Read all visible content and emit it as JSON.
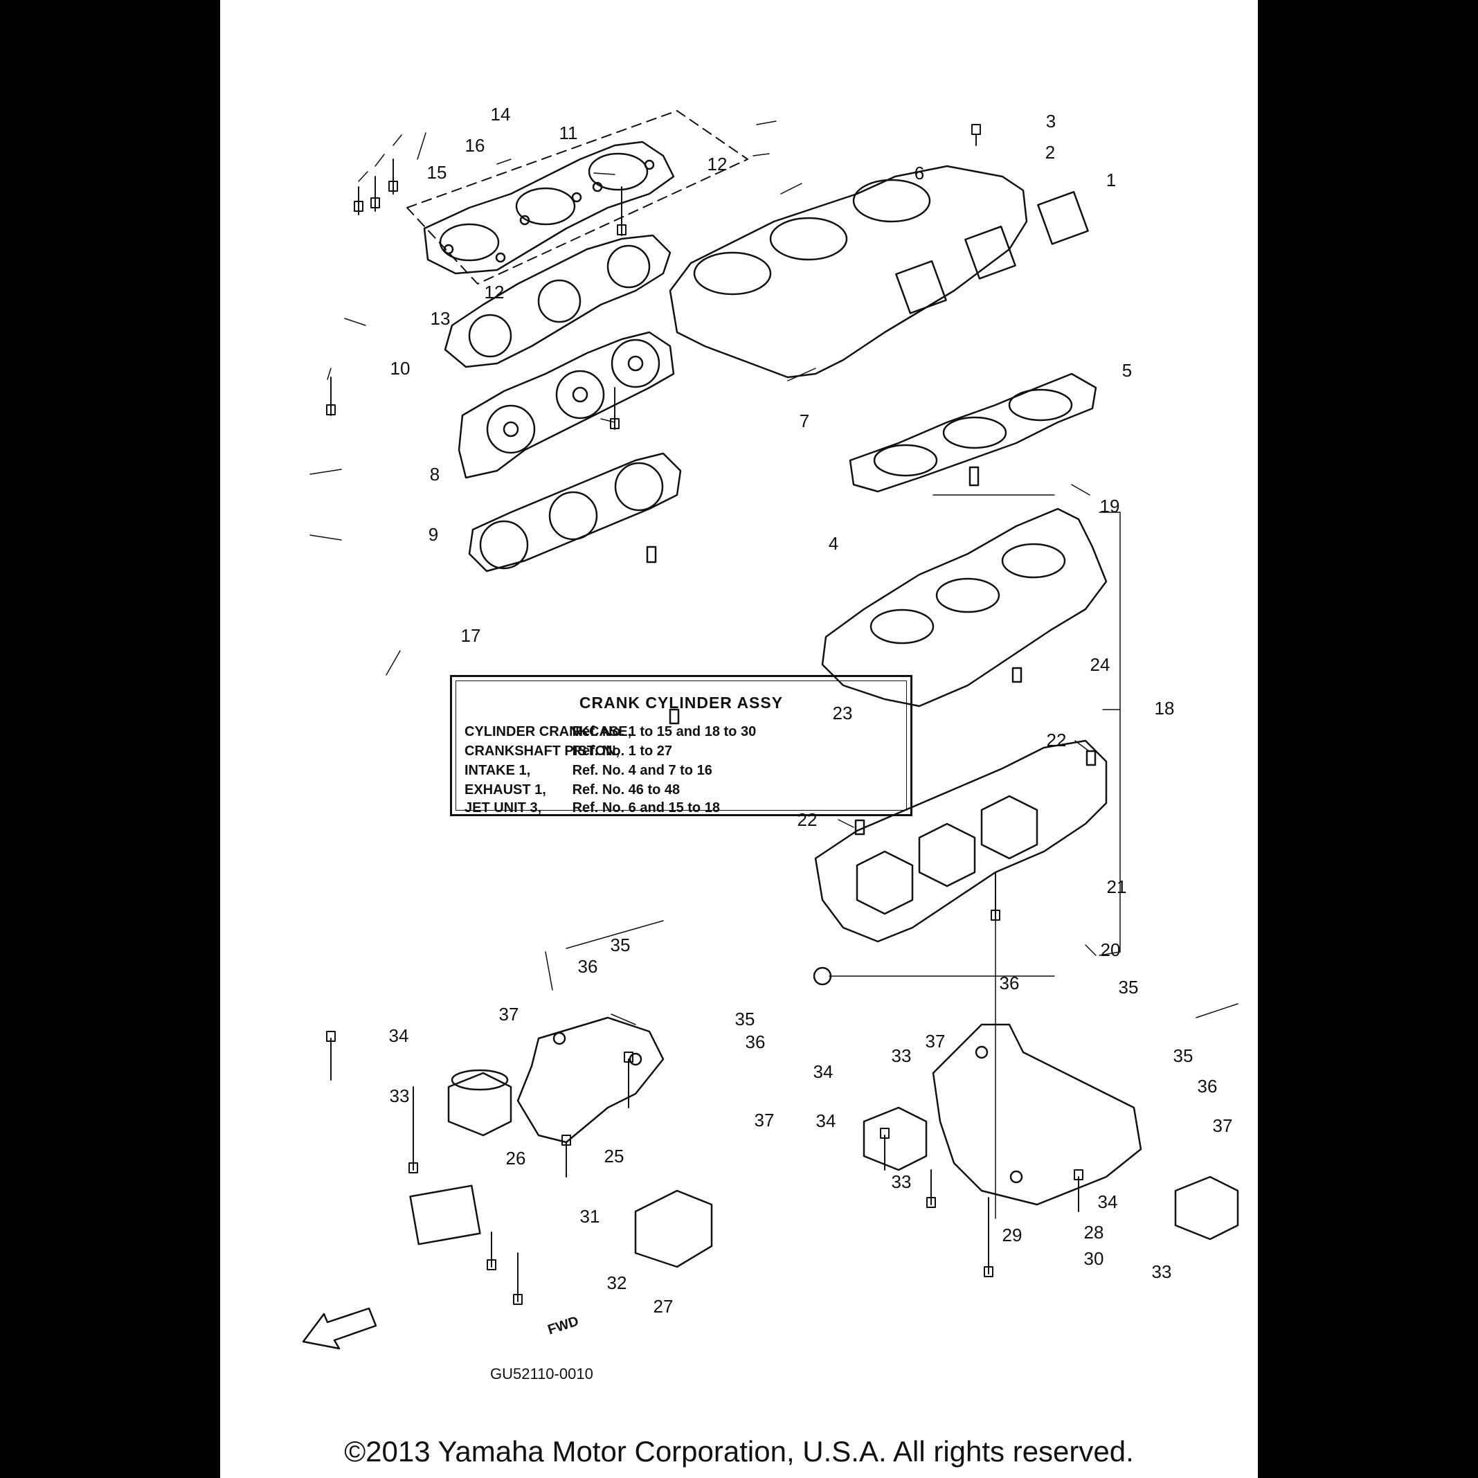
{
  "assembly_box": {
    "title": "CRANK CYLINDER ASSY",
    "rows": [
      {
        "name": "CYLINDER CRANKCASE,",
        "ref": "Ref. No. 1 to 15 and 18 to 30"
      },
      {
        "name": "CRANKSHAFT PISTON,",
        "ref": "Ref. No. 1 to 27"
      },
      {
        "name": "INTAKE 1,",
        "ref": "Ref. No. 4 and 7 to 16"
      },
      {
        "name": "EXHAUST 1,",
        "ref": "Ref. No. 46 to 48"
      },
      {
        "name": "JET UNIT 3,",
        "ref": "Ref. No. 6 and 15 to 18"
      }
    ]
  },
  "figure_code": "GU52110-0010",
  "fwd_label": "FWD",
  "copyright": "©2013 Yamaha Motor Corporation, U.S.A. All rights reserved.",
  "callouts": {
    "c1": "1",
    "c2": "2",
    "c3": "3",
    "c4": "4",
    "c5": "5",
    "c6": "6",
    "c7": "7",
    "c8": "8",
    "c9": "9",
    "c10": "10",
    "c11": "11",
    "c12a": "12",
    "c12b": "12",
    "c13": "13",
    "c14": "14",
    "c15": "15",
    "c16": "16",
    "c17": "17",
    "c18": "18",
    "c19": "19",
    "c20": "20",
    "c21": "21",
    "c22a": "22",
    "c22b": "22",
    "c23": "23",
    "c24": "24",
    "c25": "25",
    "c26": "26",
    "c27": "27",
    "c28": "28",
    "c29": "29",
    "c30": "30",
    "c31": "31",
    "c32": "32",
    "c33a": "33",
    "c33b": "33",
    "c33c": "33",
    "c33d": "33",
    "c34a": "34",
    "c34b": "34",
    "c34c": "34",
    "c34d": "34",
    "c35a": "35",
    "c35b": "35",
    "c35c": "35",
    "c35d": "35",
    "c36a": "36",
    "c36b": "36",
    "c36c": "36",
    "c36d": "36",
    "c37a": "37",
    "c37b": "37",
    "c37c": "37",
    "c37d": "37"
  }
}
